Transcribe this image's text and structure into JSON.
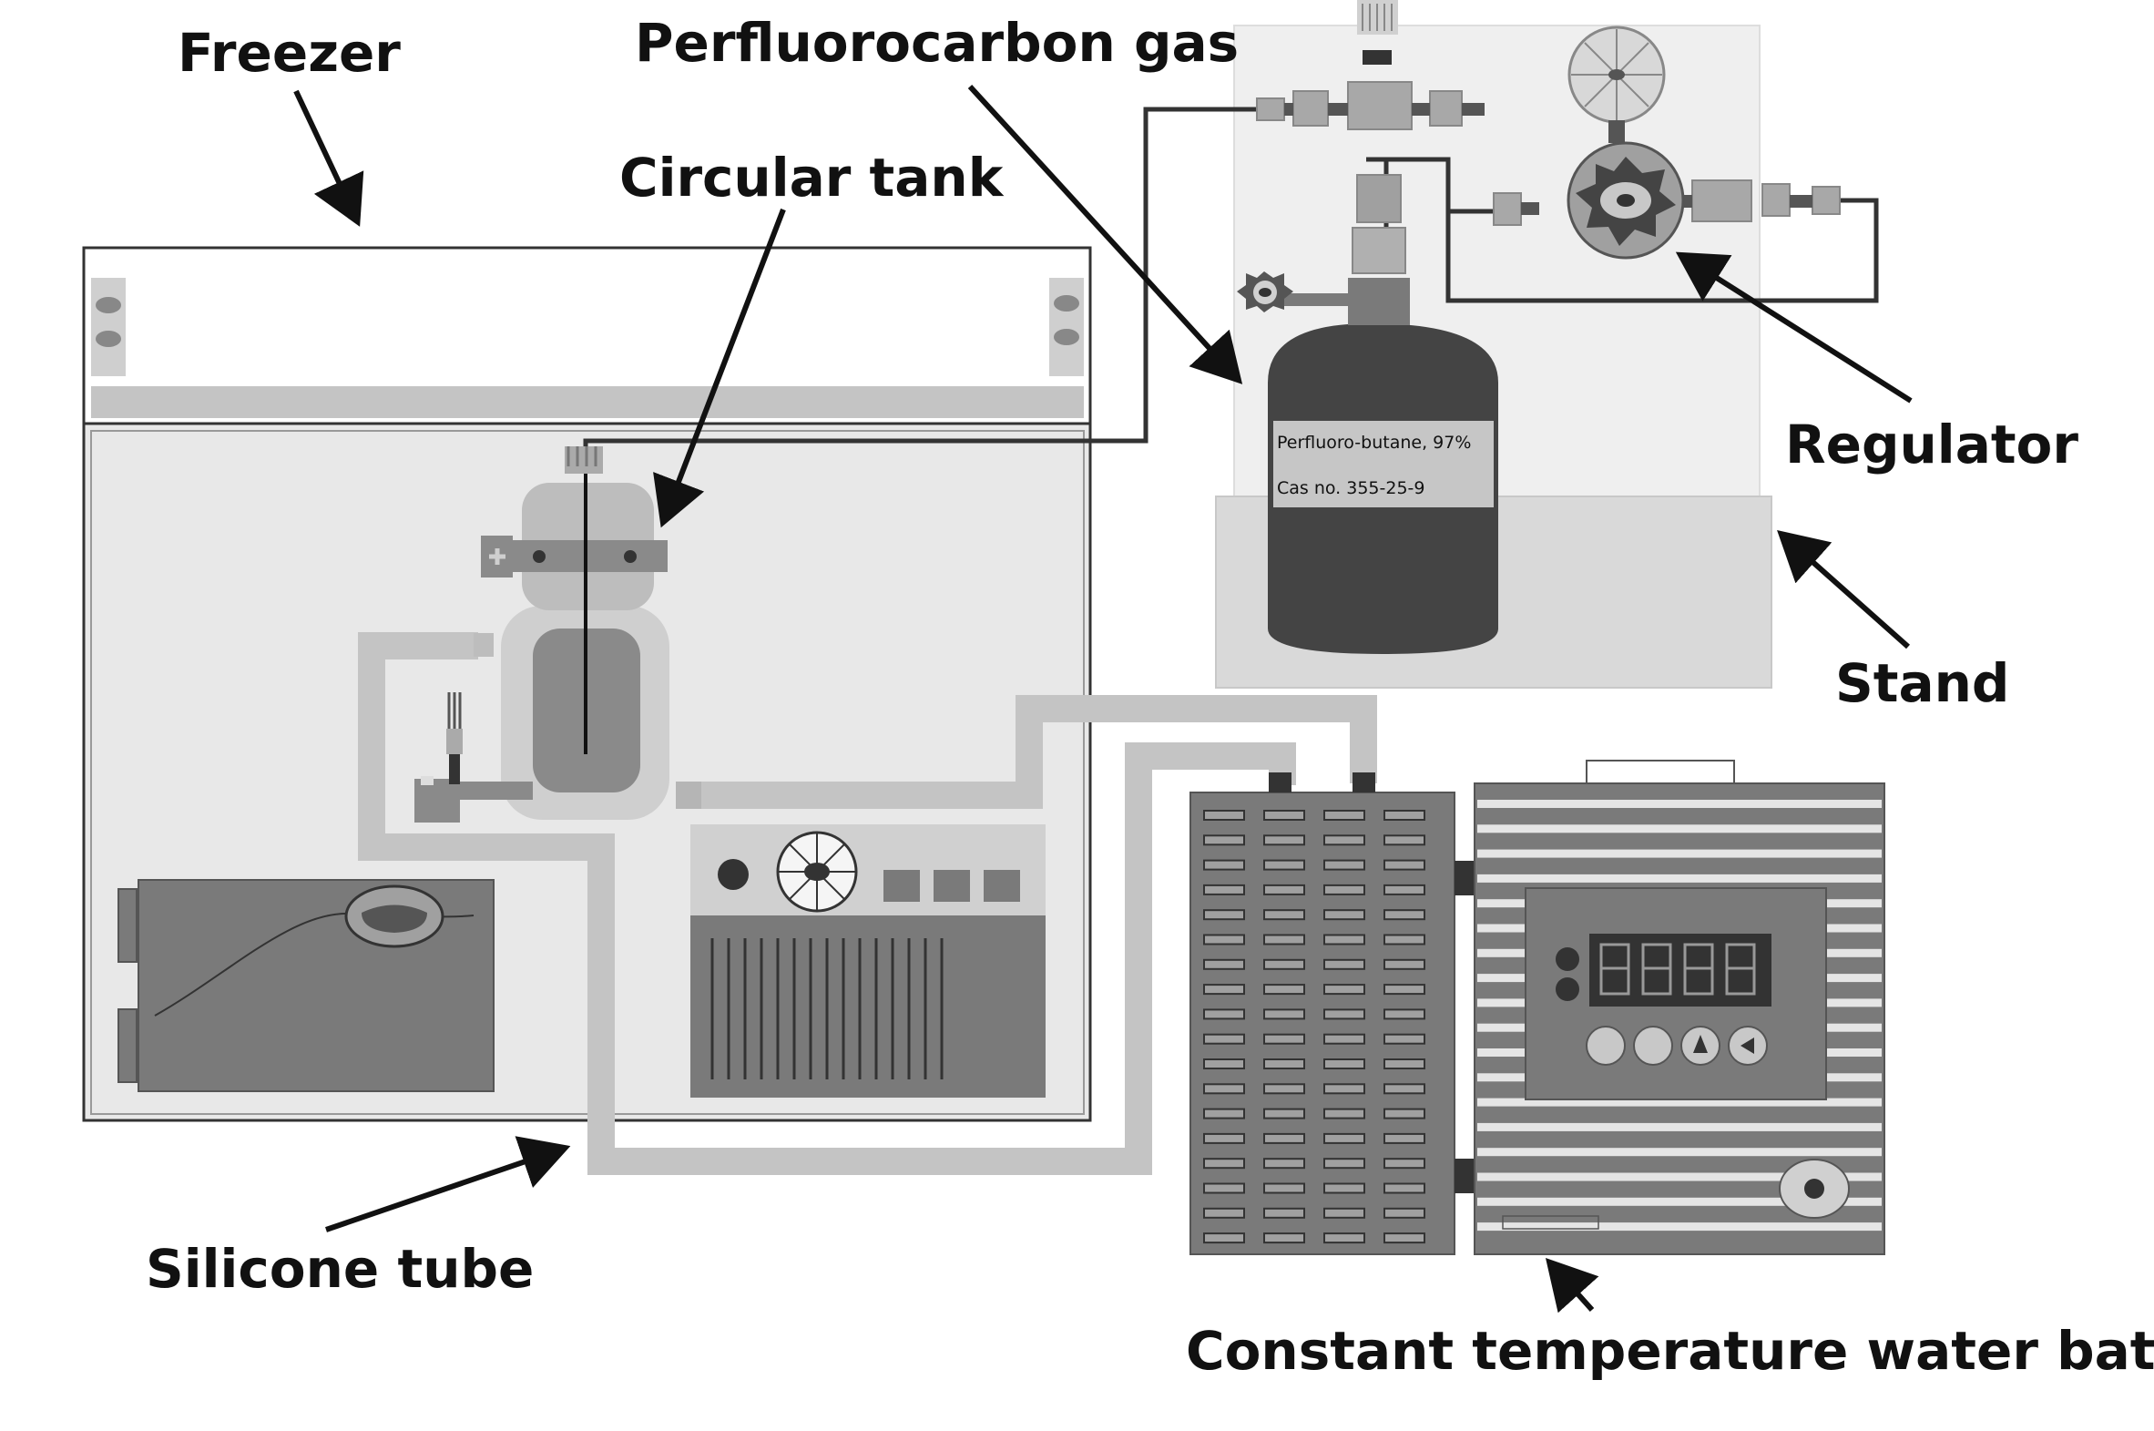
{
  "labels": {
    "freezer": "Freezer",
    "perfluorocarbon_gas": "Perfluorocarbon gas",
    "circular_tank": "Circular tank",
    "regulator": "Regulator",
    "stand": "Stand",
    "silicone_tube": "Silicone tube",
    "water_bath": "Constant temperature water bath"
  },
  "cylinder": {
    "line1": "Perfluoro-butane, 97%",
    "line2": "Cas no. 355-25-9"
  },
  "colors": {
    "dark_gray": "#3c3c3c",
    "mid_gray": "#7a7a7a",
    "light_gray": "#bfbfbf",
    "panel_gray": "#e8e8e8",
    "tube_gray": "#c4c4c4"
  }
}
